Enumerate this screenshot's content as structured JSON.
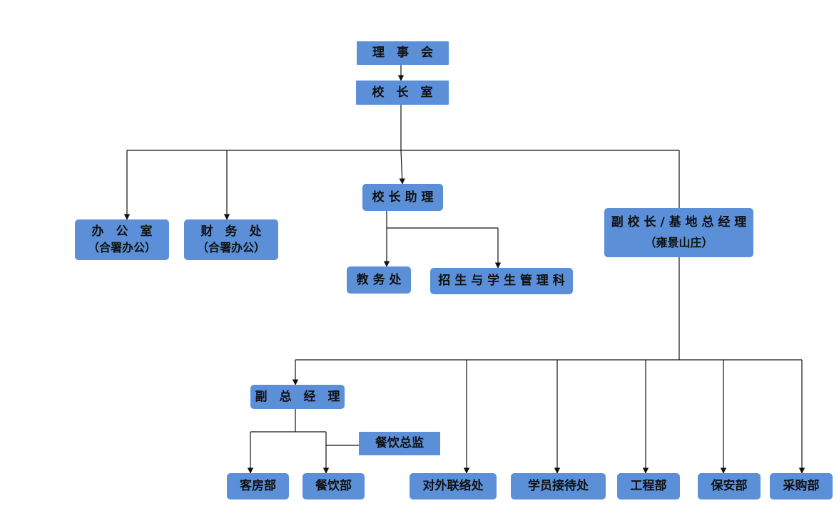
{
  "nodes": {
    "board": "理　事　会",
    "principal_office": "校　长　室",
    "principal_assistant": "校 长 助 理",
    "general_office": {
      "label": "办　公　室",
      "note": "（合署办公）"
    },
    "finance": {
      "label": "财　务　处",
      "note": "（合署办公）"
    },
    "academic_affairs": "教 务 处",
    "admissions": "招 生 与 学 生 管 理 科",
    "vice_principal": {
      "label": "副 校 长 / 基 地 总 经 理",
      "note": "（雍景山庄）"
    },
    "deputy_gm": "副　总　经　理",
    "catering_director": "餐饮总监",
    "guest_rooms": "客房部",
    "catering": "餐饮部",
    "external_liaison": "对外联络处",
    "trainee_reception": "学员接待处",
    "engineering": "工程部",
    "security": "保安部",
    "purchasing": "采购部"
  },
  "colors": {
    "node_fill": "#5b8fd8",
    "line": "#111111"
  }
}
